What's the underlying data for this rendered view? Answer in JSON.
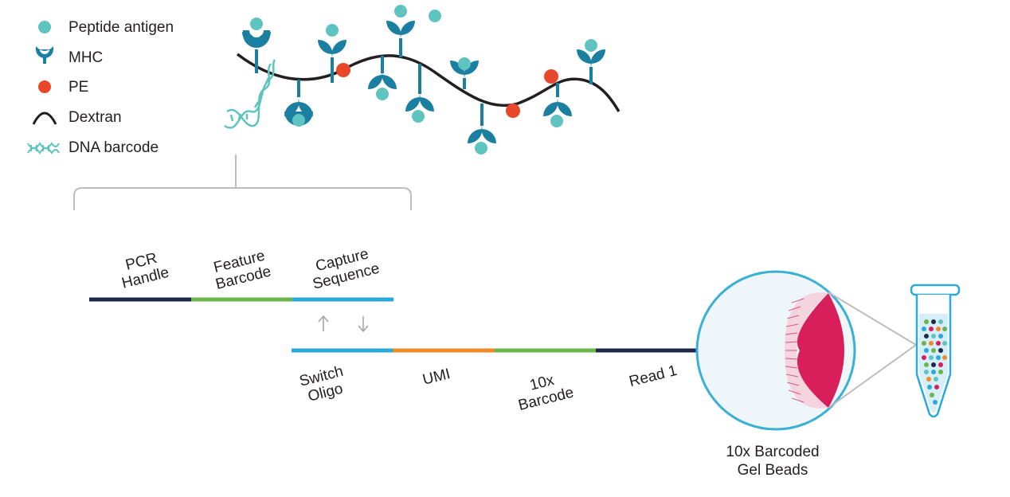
{
  "legend": {
    "peptide": "Peptide antigen",
    "mhc": "MHC",
    "pe": "PE",
    "dextran": "Dextran",
    "dna": "DNA barcode"
  },
  "top_segments": {
    "pcr": [
      "PCR",
      "Handle"
    ],
    "feature": [
      "Feature",
      "Barcode"
    ],
    "capture": [
      "Capture",
      "Sequence"
    ]
  },
  "bottom_segments": {
    "switch": [
      "Switch",
      "Oligo"
    ],
    "umi": "UMI",
    "barcode10x": [
      "10x",
      "Barcode"
    ],
    "read1": "Read 1"
  },
  "gel_beads": [
    "10x Barcoded",
    "Gel Beads"
  ],
  "colors": {
    "teal_light": "#5fc3c0",
    "mhc_blue": "#1b7fa1",
    "pe_red": "#e8472b",
    "navy": "#1b2a4a",
    "green": "#6db54a",
    "cyan": "#29a9de",
    "orange": "#ef8a2b",
    "magenta": "#d81e5b",
    "bead_fill": "#eef6fa"
  }
}
